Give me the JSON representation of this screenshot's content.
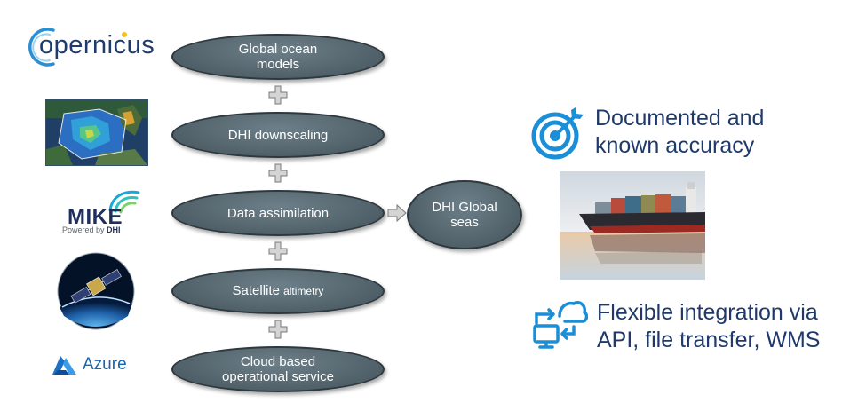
{
  "logos": {
    "copernicus": "opernicus",
    "mike": "MIKE",
    "mike_sub_prefix": "Powered by ",
    "mike_sub_brand": "DHI",
    "azure": "Azure"
  },
  "nodes": {
    "global_ocean": "Global ocean models",
    "downscaling": "DHI downscaling",
    "assimilation": "Data assimilation",
    "altimetry_main": "Satellite ",
    "altimetry_small": "altimetry",
    "cloud": "Cloud based operational service",
    "global_seas": "DHI Global seas"
  },
  "features": {
    "accuracy_line1": "Documented and",
    "accuracy_line2": "known accuracy",
    "integration_line1": "Flexible integration via",
    "integration_line2": "API, file transfer, WMS"
  },
  "icons": {
    "target": "target-icon",
    "cloud_monitor": "cloud-sync-monitor-icon"
  },
  "colors": {
    "node_fill": "#56676f",
    "accent_blue": "#1a8fd8",
    "text_navy": "#1f3a6a"
  }
}
